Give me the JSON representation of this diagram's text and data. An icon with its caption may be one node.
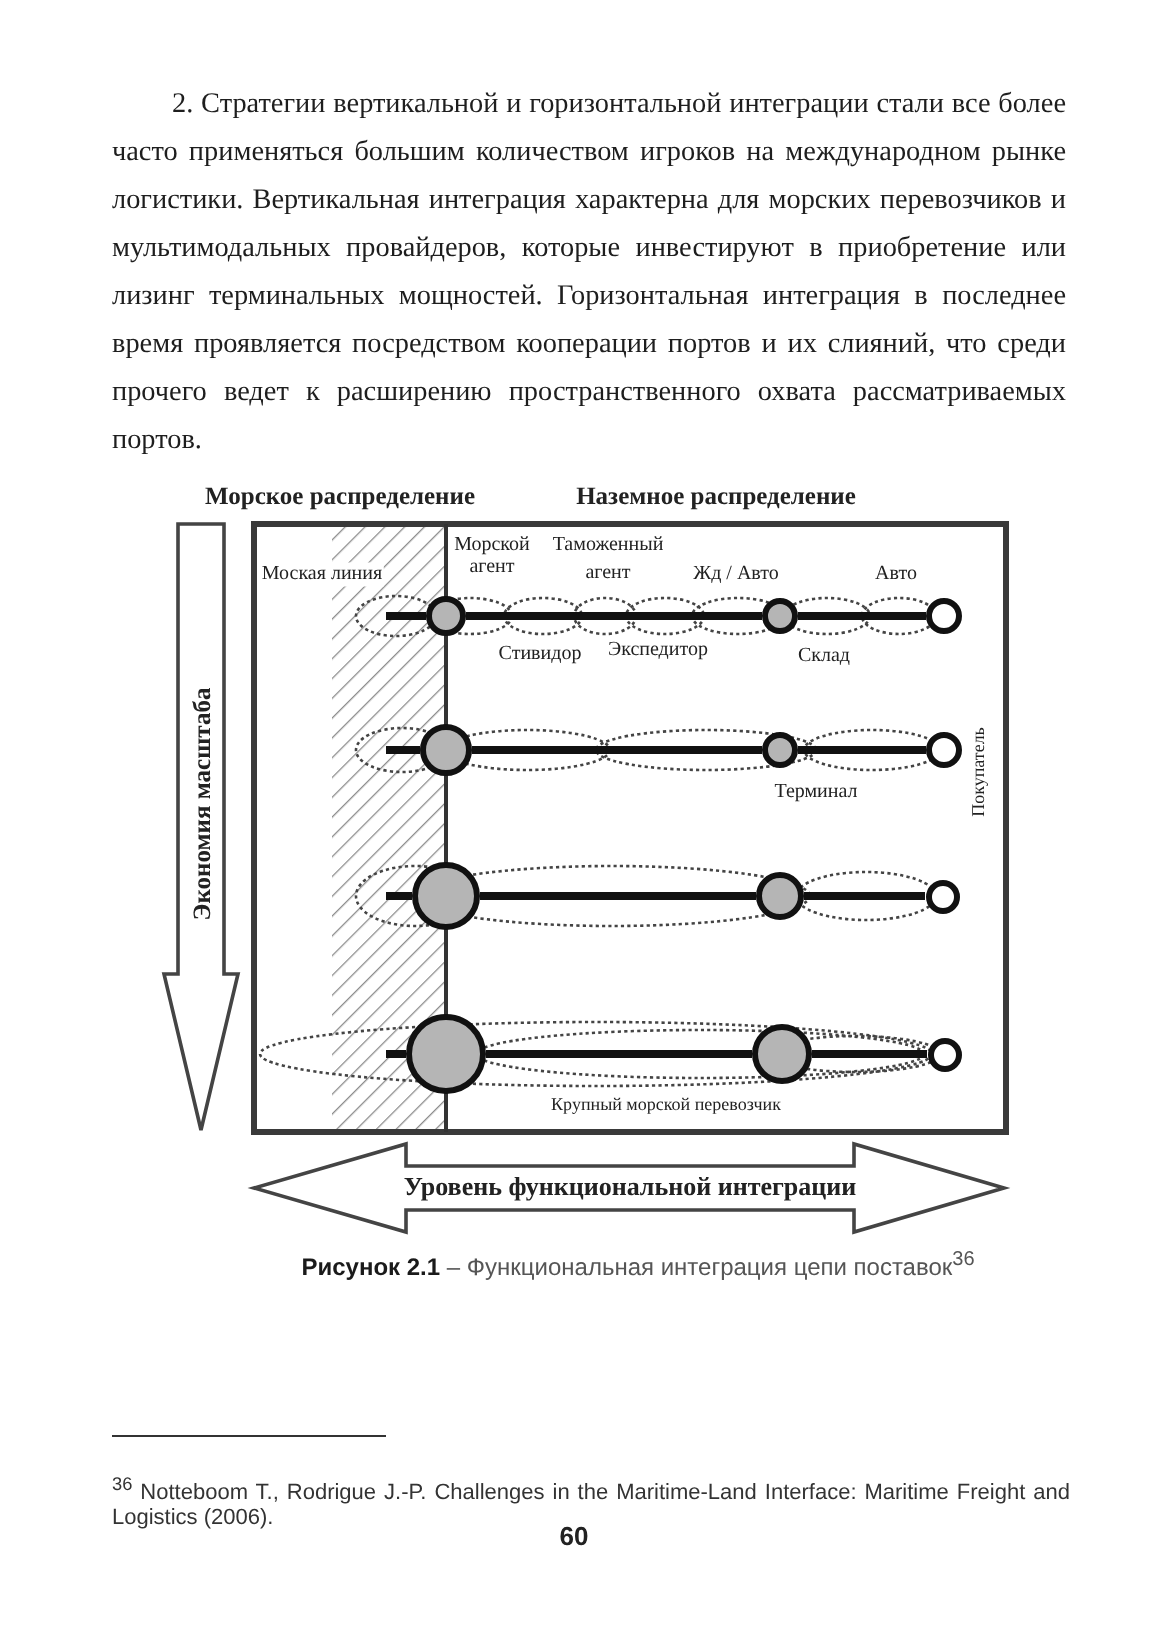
{
  "diagram": {
    "caption": "**Рисунок 2.1** – Функциональная интеграция цепи поставок$^{36}$",
    "nodes": [
      {
        "text": [],
        "shape": "circle"
      },
      {
        "text": [],
        "shape": "circle"
      },
      {
        "text": [],
        "shape": "circle"
      },
      {
        "text": [],
        "shape": "circle"
      },
      {
        "text": [],
        "shape": "circle",
        "beside": [
          "Терминал"
        ]
      },
      {
        "text": [],
        "shape": "circle"
      },
      {
        "text": [],
        "shape": "circle"
      },
      {
        "text": [],
        "shape": "circle"
      },
      {
        "text": [],
        "shape": "circle"
      },
      {
        "text": [],
        "shape": "circle"
      },
      {
        "text": [],
        "shape": "circle"
      },
      {
        "text": [],
        "shape": "circle"
      }
    ],
    "edges": [
      {
        "from": null,
        "to": 0,
        "arrow": "none"
      },
      {
        "from": 0,
        "to": 1,
        "arrow": "none"
      },
      {
        "from": 1,
        "to": 2,
        "arrow": "none"
      },
      {
        "from": null,
        "to": 3,
        "arrow": "none"
      },
      {
        "from": 3,
        "to": 4,
        "arrow": "none"
      },
      {
        "from": 4,
        "to": 5,
        "arrow": "none"
      },
      {
        "from": null,
        "to": 6,
        "arrow": "none"
      },
      {
        "from": 6,
        "to": 7,
        "arrow": "none"
      },
      {
        "from": 7,
        "to": 8,
        "arrow": "none"
      },
      {
        "from": null,
        "to": 9,
        "arrow": "none"
      },
      {
        "from": 9,
        "to": 10,
        "arrow": "none"
      },
      {
        "from": 10,
        "to": 11,
        "arrow": "none"
      }
    ],
    "labels": [
      "2. Стратегии вертикальной и горизонтальной интеграции стали все более часто применяться большим количеством игроков на международном рынке логистики. Вертикальная интеграция характерна для морских перевозчиков и мультимодальных провайдеров, которые инвестируют в приобретение или лизинг терминальных мощностей. Горизонтальная интеграция в последнее время проявляется посредством кооперации портов и их слияний, что среди прочего ведет к расширению пространственного охвата рассматриваемых портов.",
      "Морское распределение",
      "Наземное распределение",
      "Морской агент",
      "Таможенный агент",
      "Моская линия",
      "Жд / Авто",
      "Авто",
      "Стивидор",
      "Экспедитор",
      "Склад",
      "Экономия масштаба",
      "Покупатель",
      "Крупный морской перевозчик",
      "Уровень функциональной интеграции",
      "$^{36}$ Notteboom T., Rodrigue J.-P. Challenges in the Maritime-Land Interface: Maritime Freight and Logistics (2006).",
      "60"
    ]
  }
}
